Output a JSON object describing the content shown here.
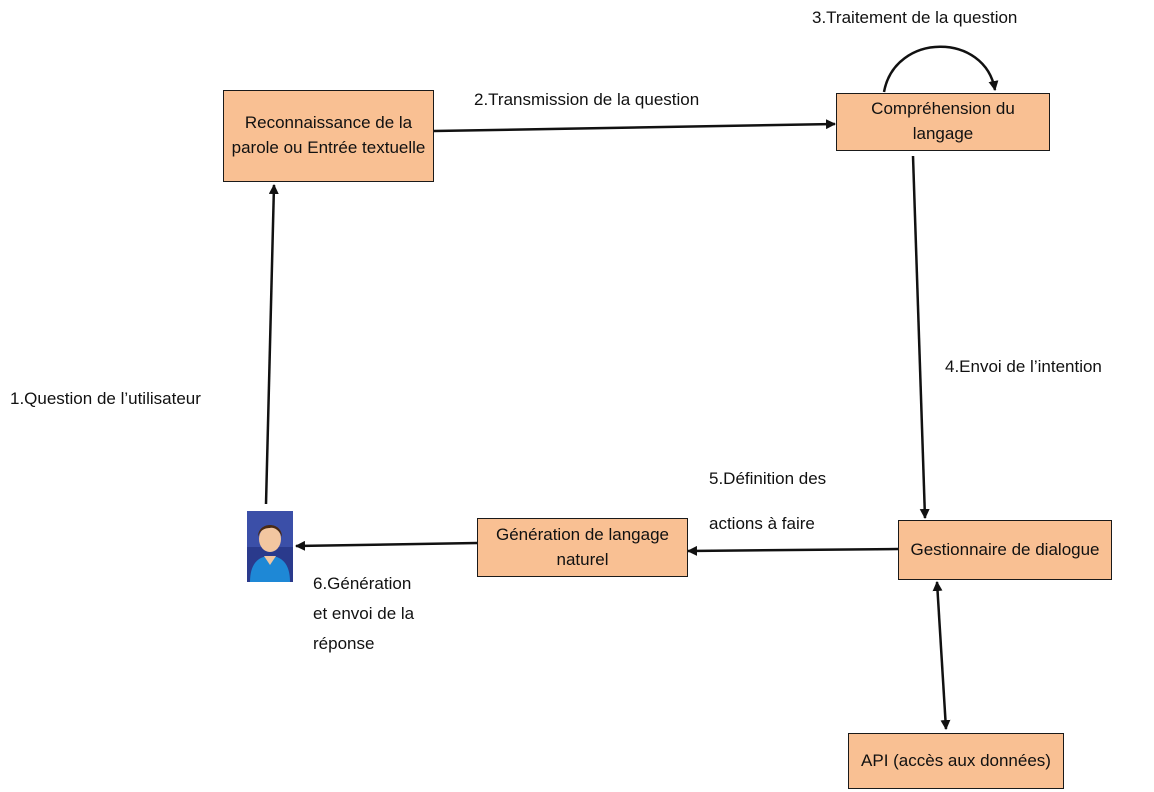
{
  "colors": {
    "box_fill": "#f9c093",
    "box_border": "#1a1a1a",
    "arrow": "#111111",
    "user_shirt": "#1e88d6",
    "user_background": "#2a3a8c"
  },
  "icons": {
    "user": "user-avatar-icon"
  },
  "nodes": {
    "reconnaissance": {
      "label": "Reconnaissance de la parole ou Entrée textuelle"
    },
    "comprehension": {
      "label": "Compréhension du langage"
    },
    "gestionnaire": {
      "label": "Gestionnaire de dialogue"
    },
    "generation": {
      "label": "Génération de langage naturel"
    },
    "api": {
      "label": "API (accès aux données)"
    }
  },
  "edges": {
    "step1": {
      "label": "1.Question de l’utilisateur"
    },
    "step2": {
      "label": "2.Transmission de la question"
    },
    "step3": {
      "label": "3.Traitement de la question"
    },
    "step4": {
      "label": "4.Envoi de l’intention"
    },
    "step5": {
      "lines": [
        "5.Définition des",
        "actions à faire"
      ]
    },
    "step6": {
      "lines": [
        "6.Génération",
        "et envoi de la",
        "réponse"
      ]
    }
  }
}
